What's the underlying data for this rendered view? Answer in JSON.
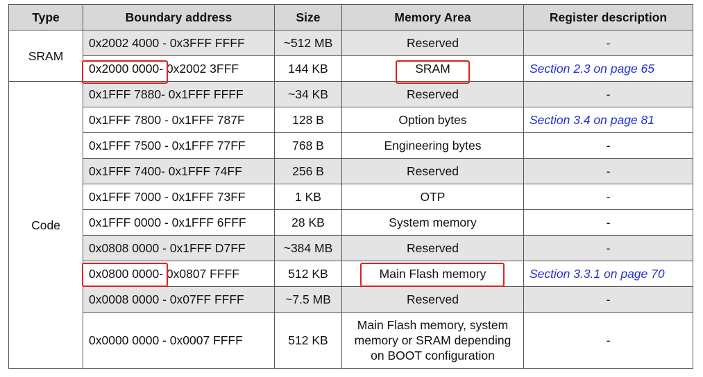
{
  "headers": [
    "Type",
    "Boundary address",
    "Size",
    "Memory Area",
    "Register description"
  ],
  "groups": {
    "sram": "SRAM",
    "code": "Code"
  },
  "rows": [
    {
      "addr": "0x2002 4000 - 0x3FFF FFFF",
      "size": "~512 MB",
      "area": "Reserved",
      "desc": "-"
    },
    {
      "addr_a": "0x2000 0000",
      "addr_b": "- 0x2002 3FFF",
      "size": "144 KB",
      "area": "SRAM",
      "desc": "Section 2.3 on page 65"
    },
    {
      "addr": "0x1FFF 7880- 0x1FFF FFFF",
      "size": "~34 KB",
      "area": "Reserved",
      "desc": "-"
    },
    {
      "addr": "0x1FFF 7800 - 0x1FFF 787F",
      "size": "128 B",
      "area": "Option bytes",
      "desc": "Section 3.4 on page 81"
    },
    {
      "addr": "0x1FFF 7500 - 0x1FFF 77FF",
      "size": "768 B",
      "area": "Engineering bytes",
      "desc": "-"
    },
    {
      "addr": "0x1FFF 7400- 0x1FFF 74FF",
      "size": "256 B",
      "area": "Reserved",
      "desc": "-"
    },
    {
      "addr": "0x1FFF 7000 - 0x1FFF 73FF",
      "size": "1 KB",
      "area": "OTP",
      "desc": "-"
    },
    {
      "addr": "0x1FFF 0000 - 0x1FFF 6FFF",
      "size": "28 KB",
      "area": "System memory",
      "desc": "-"
    },
    {
      "addr": "0x0808 0000 - 0x1FFF D7FF",
      "size": "~384 MB",
      "area": "Reserved",
      "desc": "-"
    },
    {
      "addr_a": "0x0800 0000",
      "addr_b": "- 0x0807 FFFF",
      "size": "512 KB",
      "area": "Main Flash memory",
      "desc": "Section 3.3.1 on page 70"
    },
    {
      "addr": "0x0008 0000 - 0x07FF FFFF",
      "size": "~7.5 MB",
      "area": "Reserved",
      "desc": "-"
    },
    {
      "addr": "0x0000 0000 - 0x0007 FFFF",
      "size": "512 KB",
      "area": "Main Flash memory, system memory or SRAM depending on BOOT configuration",
      "desc": "-"
    }
  ],
  "colors": {
    "header_bg": "#d8d8d8",
    "reserved_bg": "#e4e4e4",
    "link": "#1f2fd6",
    "highlight": "#e02020"
  }
}
